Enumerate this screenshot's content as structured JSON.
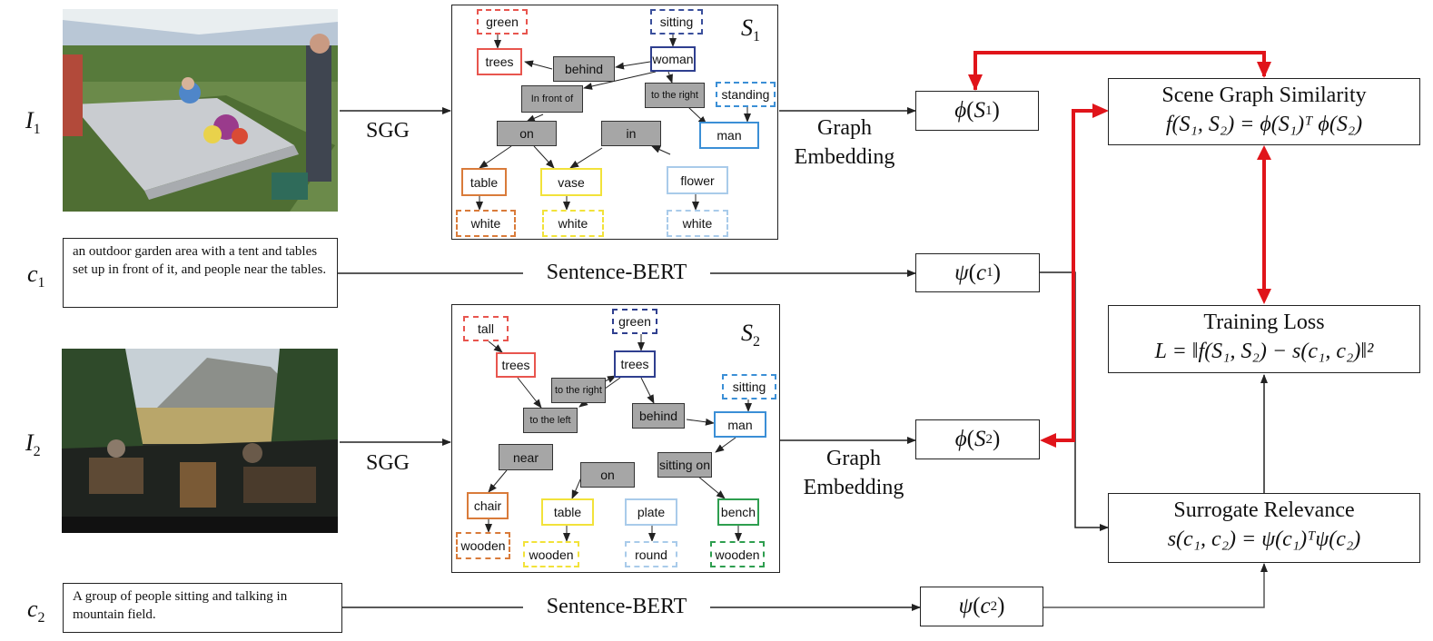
{
  "image_labels": [
    "I",
    "I"
  ],
  "image_label_subs": [
    "1",
    "2"
  ],
  "caption_labels": [
    "c",
    "c"
  ],
  "caption_label_subs": [
    "1",
    "2"
  ],
  "captions": [
    "an outdoor garden area with a tent and tables set up in front of it, and people near the tables.",
    "A group of people sitting and talking in mountain field."
  ],
  "sgg_label": "SGG",
  "graph_embedding_label": [
    "Graph",
    "Embedding"
  ],
  "sentence_bert_label": "Sentence-BERT",
  "embeddings": {
    "phi1": {
      "fn": "ϕ",
      "arg": "S",
      "sub": "1"
    },
    "phi2": {
      "fn": "ϕ",
      "arg": "S",
      "sub": "2"
    },
    "psi1": {
      "fn": "ψ",
      "arg": "c",
      "sub": "1"
    },
    "psi2": {
      "fn": "ψ",
      "arg": "c",
      "sub": "2"
    }
  },
  "similarity_box": {
    "title": "Scene Graph Similarity",
    "formula": "f(S₁, S₂) = ϕ(S₁)ᵀ ϕ(S₂)"
  },
  "loss_box": {
    "title": "Training Loss",
    "formula": "L = ‖f(S₁, S₂) − s(c₁, c₂)‖²"
  },
  "relevance_box": {
    "title": "Surrogate Relevance",
    "formula": "s(c₁, c₂) = ψ(c₁)ᵀψ(c₂)"
  },
  "scene_graph_1": {
    "title": "S",
    "title_sub": "1",
    "nodes": [
      {
        "id": "green",
        "text": "green",
        "kind": "attr",
        "color": "#e8554e"
      },
      {
        "id": "sitting",
        "text": "sitting",
        "kind": "attr",
        "color": "#3a4f9c"
      },
      {
        "id": "trees",
        "text": "trees",
        "kind": "obj",
        "color": "#e8554e"
      },
      {
        "id": "behind",
        "text": "behind",
        "kind": "rel"
      },
      {
        "id": "woman",
        "text": "woman",
        "kind": "obj",
        "color": "#2f3f8f"
      },
      {
        "id": "infront",
        "text": "In front of",
        "kind": "rel"
      },
      {
        "id": "totheright",
        "text": "to the right",
        "kind": "rel"
      },
      {
        "id": "standing",
        "text": "standing",
        "kind": "attr",
        "color": "#3b8fd6"
      },
      {
        "id": "on",
        "text": "on",
        "kind": "rel"
      },
      {
        "id": "in",
        "text": "in",
        "kind": "rel"
      },
      {
        "id": "man",
        "text": "man",
        "kind": "obj",
        "color": "#3b8fd6"
      },
      {
        "id": "table",
        "text": "table",
        "kind": "obj",
        "color": "#d97b3a"
      },
      {
        "id": "vase",
        "text": "vase",
        "kind": "obj",
        "color": "#f2e23a"
      },
      {
        "id": "flower",
        "text": "flower",
        "kind": "obj",
        "color": "#a9cbea"
      },
      {
        "id": "white1",
        "text": "white",
        "kind": "attr",
        "color": "#d97b3a"
      },
      {
        "id": "white2",
        "text": "white",
        "kind": "attr",
        "color": "#f2e23a"
      },
      {
        "id": "white3",
        "text": "white",
        "kind": "attr",
        "color": "#a9cbea"
      }
    ]
  },
  "scene_graph_2": {
    "title": "S",
    "title_sub": "2",
    "nodes": [
      {
        "id": "tall",
        "text": "tall",
        "kind": "attr",
        "color": "#e8554e"
      },
      {
        "id": "green",
        "text": "green",
        "kind": "attr",
        "color": "#2f3f8f"
      },
      {
        "id": "trees1",
        "text": "trees",
        "kind": "obj",
        "color": "#e8554e"
      },
      {
        "id": "trees2",
        "text": "trees",
        "kind": "obj",
        "color": "#2f3f8f"
      },
      {
        "id": "totheright",
        "text": "to the right",
        "kind": "rel"
      },
      {
        "id": "totheleft",
        "text": "to the left",
        "kind": "rel"
      },
      {
        "id": "sitting",
        "text": "sitting",
        "kind": "attr",
        "color": "#3b8fd6"
      },
      {
        "id": "behind",
        "text": "behind",
        "kind": "rel"
      },
      {
        "id": "man",
        "text": "man",
        "kind": "obj",
        "color": "#3b8fd6"
      },
      {
        "id": "near",
        "text": "near",
        "kind": "rel"
      },
      {
        "id": "on",
        "text": "on",
        "kind": "rel"
      },
      {
        "id": "sittingon",
        "text": "sitting on",
        "kind": "rel"
      },
      {
        "id": "chair",
        "text": "chair",
        "kind": "obj",
        "color": "#d97b3a"
      },
      {
        "id": "table",
        "text": "table",
        "kind": "obj",
        "color": "#f2e23a"
      },
      {
        "id": "plate",
        "text": "plate",
        "kind": "obj",
        "color": "#a9cbea"
      },
      {
        "id": "bench",
        "text": "bench",
        "kind": "obj",
        "color": "#2e9e4f"
      },
      {
        "id": "wooden1",
        "text": "wooden",
        "kind": "attr",
        "color": "#d97b3a"
      },
      {
        "id": "wooden2",
        "text": "wooden",
        "kind": "attr",
        "color": "#f2e23a"
      },
      {
        "id": "round",
        "text": "round",
        "kind": "attr",
        "color": "#a9cbea"
      },
      {
        "id": "wooden3",
        "text": "wooden",
        "kind": "attr",
        "color": "#2e9e4f"
      }
    ]
  },
  "colors": {
    "arrow_red": "#e0141a",
    "arrow_black": "#222222",
    "relation_fill": "#a6a6a6"
  }
}
